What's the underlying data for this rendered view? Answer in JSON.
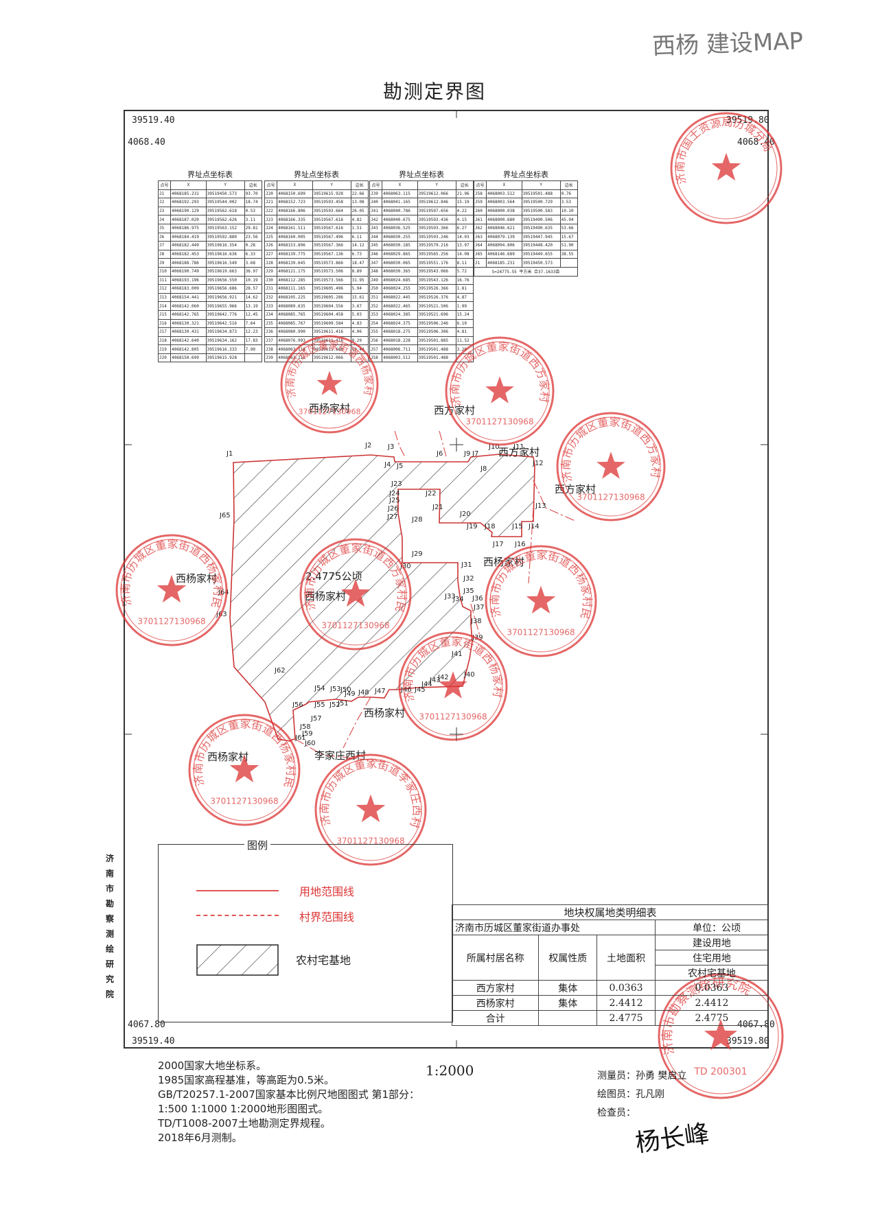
{
  "handwritten_note": "西杨 建设MAP",
  "title": "勘测定界图",
  "frame_coords": {
    "top_left_x": "39519.40",
    "top_right_x": "39519.80",
    "top_left_y": "4068.40",
    "top_right_y": "4068.40",
    "bottom_left_y": "4067.80",
    "bottom_right_y": "4067.80",
    "bottom_left_x": "39519.40",
    "bottom_right_x": "39519.80"
  },
  "vertical_org": "济南市勘察测绘研究院",
  "point_tables": [
    {
      "caption": "界址点坐标表",
      "headers": [
        "点号",
        "X",
        "Y",
        "边长"
      ],
      "rows": [
        [
          "J1",
          "4068185.231",
          "39519450.573",
          "93.70"
        ],
        [
          "J2",
          "4068192.293",
          "39519544.002",
          "18.74"
        ],
        [
          "J3",
          "4068190.129",
          "39519562.618",
          "0.53"
        ],
        [
          "J4",
          "4068187.020",
          "39519562.626",
          "3.11"
        ],
        [
          "J5",
          "4068186.975",
          "39519563.152",
          "29.81"
        ],
        [
          "J6",
          "4068184.419",
          "39519592.880",
          "23.56"
        ],
        [
          "J7",
          "4068182.449",
          "39519616.354",
          "0.28"
        ],
        [
          "J8",
          "4068182.453",
          "39519616.636",
          "6.33"
        ],
        [
          "J9",
          "4068188.786",
          "39519616.549",
          "3.68"
        ],
        [
          "J10",
          "4068190.749",
          "39519619.663",
          "36.97"
        ],
        [
          "J11",
          "4068193.196",
          "39519656.550",
          "10.19"
        ],
        [
          "J12",
          "4068183.009",
          "39519656.686",
          "28.57"
        ],
        [
          "J13",
          "4068154.441",
          "39519656.921",
          "14.62"
        ],
        [
          "J14",
          "4068142.060",
          "39519655.966",
          "13.19"
        ],
        [
          "J15",
          "4068142.765",
          "39519642.776",
          "12.45"
        ],
        [
          "J16",
          "4068130.321",
          "39519642.516",
          "7.64"
        ],
        [
          "J17",
          "4068130.431",
          "39519634.873",
          "12.23"
        ],
        [
          "J18",
          "4068142.640",
          "39519634.162",
          "17.83"
        ],
        [
          "J19",
          "4068142.805",
          "39519616.333",
          "7.90"
        ],
        [
          "J20",
          "4068150.699",
          "39519615.928",
          ""
        ]
      ]
    },
    {
      "caption": "界址点坐标表",
      "headers": [
        "点号",
        "X",
        "Y",
        "边长"
      ],
      "rows": [
        [
          "J20",
          "4068150.699",
          "39519615.928",
          "22.66"
        ],
        [
          "J21",
          "4068152.723",
          "39519593.458",
          "13.08"
        ],
        [
          "J22",
          "4068166.806",
          "39519593.664",
          "26.05"
        ],
        [
          "J23",
          "4068166.335",
          "39519567.616",
          "4.82"
        ],
        [
          "J24",
          "4068161.511",
          "39519567.616",
          "1.51"
        ],
        [
          "J25",
          "4068160.005",
          "39519567.496",
          "6.11"
        ],
        [
          "J26",
          "4068153.896",
          "39519567.366",
          "14.12"
        ],
        [
          "J27",
          "4068139.775",
          "39519567.136",
          "6.73"
        ],
        [
          "J28",
          "4068139.645",
          "39519573.866",
          "18.47"
        ],
        [
          "J29",
          "4068121.175",
          "39519573.506",
          "8.89"
        ],
        [
          "J30",
          "4068112.285",
          "39519573.566",
          "31.95"
        ],
        [
          "J31",
          "4068111.165",
          "39519605.496",
          "5.94"
        ],
        [
          "J32",
          "4068105.225",
          "39519605.286",
          "15.61"
        ],
        [
          "J33",
          "4068089.635",
          "39519604.556",
          "3.67"
        ],
        [
          "J34",
          "4068085.765",
          "39519604.458",
          "5.03"
        ],
        [
          "J35",
          "4068085.767",
          "39519609.584",
          "4.83"
        ],
        [
          "J36",
          "4068080.990",
          "39519611.416",
          "4.06"
        ],
        [
          "J37",
          "4068076.993",
          "39519611.416",
          "8.29"
        ],
        [
          "J38",
          "4068063.118",
          "39519611.666",
          "10.44"
        ],
        [
          "J39",
          "4068063.115",
          "39519612.066",
          ""
        ]
      ]
    },
    {
      "caption": "界址点坐标表",
      "headers": [
        "点号",
        "X",
        "Y",
        "边长"
      ],
      "rows": [
        [
          "J39",
          "4068063.115",
          "39519612.066",
          "21.96"
        ],
        [
          "J40",
          "4068041.165",
          "39519612.846",
          "15.19"
        ],
        [
          "J41",
          "4068040.786",
          "39519597.656",
          "4.22"
        ],
        [
          "J42",
          "4068040.675",
          "39519593.436",
          "4.15"
        ],
        [
          "J43",
          "4068036.525",
          "39519593.366",
          "6.27"
        ],
        [
          "J44",
          "4068030.255",
          "39519593.246",
          "14.03"
        ],
        [
          "J45",
          "4068030.185",
          "39519579.216",
          "13.97"
        ],
        [
          "J46",
          "4068029.865",
          "39519565.256",
          "14.08"
        ],
        [
          "J47",
          "4068030.065",
          "39519551.176",
          "8.11"
        ],
        [
          "J48",
          "4068030.365",
          "39519543.066",
          "5.72"
        ],
        [
          "J49",
          "4068024.685",
          "39519543.126",
          "16.76"
        ],
        [
          "J50",
          "4068024.255",
          "39519526.366",
          "1.81"
        ],
        [
          "J51",
          "4068022.445",
          "39519526.376",
          "4.87"
        ],
        [
          "J52",
          "4068022.465",
          "39519521.506",
          "1.99"
        ],
        [
          "J53",
          "4068024.385",
          "39519521.696",
          "15.24"
        ],
        [
          "J54",
          "4068024.375",
          "39519506.246",
          "6.10"
        ],
        [
          "J55",
          "4068018.275",
          "39519506.306",
          "4.81"
        ],
        [
          "J56",
          "4068018.228",
          "39519501.885",
          "11.52"
        ],
        [
          "J57",
          "4068006.711",
          "39519501.488",
          "3.20"
        ],
        [
          "J58",
          "4068003.512",
          "39519501.488",
          ""
        ]
      ]
    },
    {
      "caption": "界址点坐标表",
      "headers": [
        "点号",
        "X",
        "Y",
        "边长"
      ],
      "rows": [
        [
          "J58",
          "4068003.512",
          "39519501.488",
          "0.76"
        ],
        [
          "J59",
          "4068003.564",
          "39519500.729",
          "3.53"
        ],
        [
          "J60",
          "4068000.038",
          "39519500.583",
          "10.10"
        ],
        [
          "J61",
          "4068000.680",
          "39519490.506",
          "45.94"
        ],
        [
          "J62",
          "4068046.621",
          "39519490.635",
          "53.66"
        ],
        [
          "J63",
          "4068079.139",
          "39519447.945",
          "15.67"
        ],
        [
          "J64",
          "4068094.806",
          "39519448.420",
          "51.90"
        ],
        [
          "J65",
          "4068146.689",
          "39519449.655",
          "38.55"
        ],
        [
          "J1",
          "4068185.231",
          "39519450.573",
          ""
        ]
      ],
      "note": "S=24775.55 平方米 合37.1633亩"
    }
  ],
  "map": {
    "parcel_area": "2.4775公顷",
    "village_labels": [
      "西杨家村",
      "西方家村",
      "西方家村",
      "西方家村",
      "西杨家村",
      "西杨家村",
      "西杨家村",
      "西杨家村",
      "西杨家村",
      "李家庄西村"
    ],
    "point_labels": [
      "J1",
      "J2",
      "J3",
      "J4",
      "J5",
      "J6",
      "J7",
      "J8",
      "J9",
      "J10",
      "J11",
      "J12",
      "J13",
      "J14",
      "J15",
      "J16",
      "J17",
      "J18",
      "J19",
      "J20",
      "J21",
      "J22",
      "J23",
      "J24",
      "J25",
      "J26",
      "J27",
      "J28",
      "J29",
      "J30",
      "J31",
      "J32",
      "J33",
      "J34",
      "J35",
      "J36",
      "J37",
      "J38",
      "J39",
      "J40",
      "J41",
      "J42",
      "J43",
      "J44",
      "J45",
      "J46",
      "J47",
      "J48",
      "J49",
      "J50",
      "J51",
      "J52",
      "J53",
      "J54",
      "J55",
      "J56",
      "J57",
      "J58",
      "J59",
      "J60",
      "J61",
      "J62",
      "J63",
      "J64",
      "J65"
    ]
  },
  "stamps": [
    {
      "text": "济南市历城区董家街道西杨家村民委员会",
      "code": "3701127130968"
    },
    {
      "text": "济南市历城区董家街道西方家村民委员会",
      "code": "3701127130968"
    },
    {
      "text": "济南市历城区董家街道西方家村民委员会",
      "code": "3701127130968"
    },
    {
      "text": "济南市历城区董家街道西杨家村民委员会",
      "code": "3701127130968"
    },
    {
      "text": "济南市历城区董家街道西杨家村民委员会",
      "code": "3701127130968"
    },
    {
      "text": "济南市历城区董家街道西方家村民委员会",
      "code": "3701127130968"
    },
    {
      "text": "济南市历城区董家街道西杨家村民委员会",
      "code": "3701127130968"
    },
    {
      "text": "济南市历城区董家街道西杨家村民委员会",
      "code": "3701127130968"
    },
    {
      "text": "济南市历城区董家街道李家庄西村民委员会",
      "code": "3701127130968"
    },
    {
      "text": "济南市国土资源局历城分局",
      "code": ""
    },
    {
      "text": "济南市勘察测绘研究院",
      "code": "TD 200301"
    }
  ],
  "legend": {
    "title": "图例",
    "items": [
      {
        "label": "用地范围线"
      },
      {
        "label": "村界范围线"
      },
      {
        "label": "农村宅基地"
      }
    ]
  },
  "ownership_table": {
    "title": "地块权属地类明细表",
    "org": "济南市历城区董家街道办事处",
    "unit": "单位：公顷",
    "headers": [
      "所属村居名称",
      "权属性质",
      "土地面积",
      "建设用地",
      "住宅用地",
      "农村宅基地"
    ],
    "rows": [
      [
        "西方家村",
        "集体",
        "0.0363",
        "0.0363"
      ],
      [
        "西杨家村",
        "集体",
        "2.4412",
        "2.4412"
      ],
      [
        "合计",
        "",
        "2.4775",
        "2.4775"
      ]
    ]
  },
  "footer_notes": [
    "2000国家大地坐标系。",
    "1985国家高程基准，等高距为0.5米。",
    "GB/T20257.1-2007国家基本比例尺地图图式 第1部分：",
    "1:500 1:1000 1:2000地形图图式。",
    "TD/T1008-2007土地勘测定界规程。",
    "2018年6月测制。"
  ],
  "scale": "1:2000",
  "staff": [
    {
      "role": "测量员：",
      "name": "孙勇 樊启立"
    },
    {
      "role": "绘图员：",
      "name": "孔凡刚"
    },
    {
      "role": "检查员：",
      "name": ""
    }
  ],
  "signature": "杨长峰",
  "colors": {
    "stamp": "#dd3333",
    "legend_line": "#e05555"
  }
}
